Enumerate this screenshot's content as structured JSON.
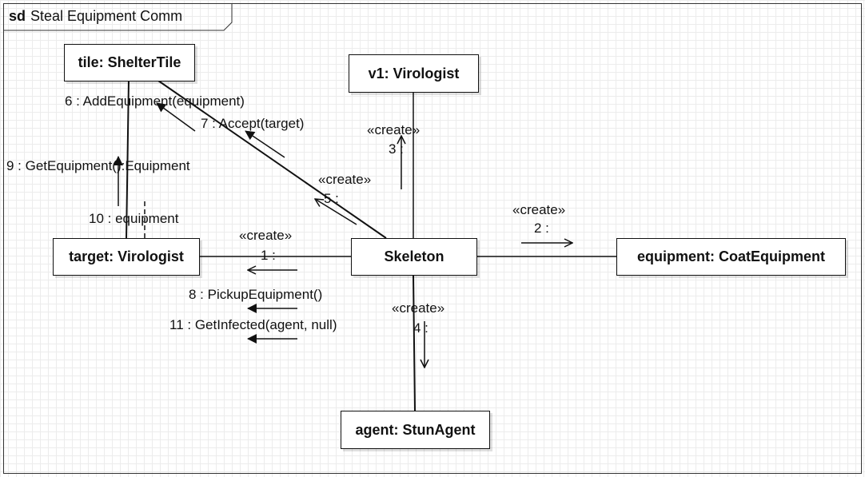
{
  "frame": {
    "keyword": "sd",
    "title": "Steal Equipment Comm"
  },
  "objects": {
    "tile": "tile: ShelterTile",
    "v1": "v1: Virologist",
    "target": "target: Virologist",
    "skeleton": "Skeleton",
    "equipment": "equipment: CoatEquipment",
    "agent": "agent: StunAgent"
  },
  "messages": {
    "m1": {
      "stereotype": "«create»",
      "label": "1 :"
    },
    "m2": {
      "stereotype": "«create»",
      "label": "2 :"
    },
    "m3": {
      "stereotype": "«create»",
      "label": "3 :"
    },
    "m4": {
      "stereotype": "«create»",
      "label": "4 :"
    },
    "m5": {
      "stereotype": "«create»",
      "label": "5 :"
    },
    "m6": "6 : AddEquipment(equipment)",
    "m7": "7 : Accept(target)",
    "m8": "8 : PickupEquipment()",
    "m9": "9 : GetEquipment():Equipment",
    "m10": "10 : equipment",
    "m11": "11 : GetInfected(agent, null)"
  }
}
